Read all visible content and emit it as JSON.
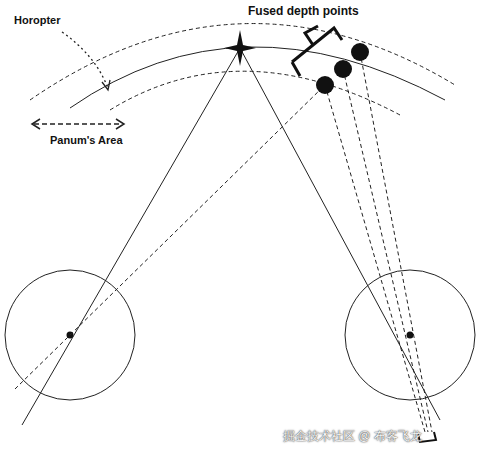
{
  "diagram": {
    "labels": [
      "Horopter",
      "Panum's Area",
      "Fused depth points",
      "掘金技术社区 @ 布客飞龙"
    ]
  }
}
